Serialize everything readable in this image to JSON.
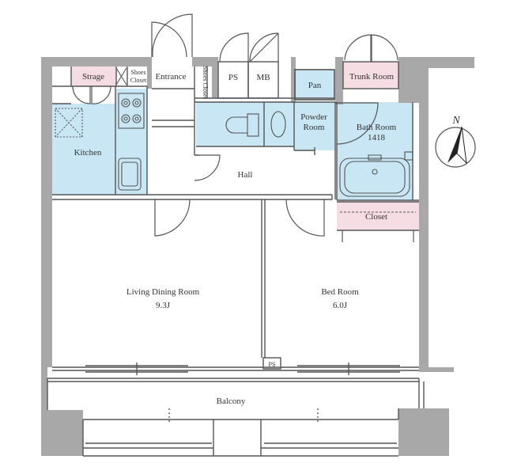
{
  "rooms": {
    "strage": "Strage",
    "shoes_closet_1": "Shoes",
    "shoes_closet_2": "Closet",
    "entrance": "Entrance",
    "shoes_closet_v": "Shoes Closet",
    "ps_top": "PS",
    "mb": "MB",
    "pan": "Pan",
    "trunk_room": "Trunk Room",
    "kitchen": "Kitchen",
    "powder_room_1": "Powder",
    "powder_room_2": "Room",
    "bath_room": "Bath Room",
    "bath_size": "1418",
    "hall": "Hall",
    "closet": "Closet",
    "living_dining": "Living Dining Room",
    "living_size": "9.3J",
    "bed_room": "Bed Room",
    "bed_size": "6.0J",
    "ps_bottom": "PS",
    "balcony": "Balcony"
  },
  "compass": {
    "label": "N"
  },
  "colors": {
    "wall": "#a8a8a8",
    "wet_area": "#c8e6f3",
    "storage": "#f6dde3",
    "line": "#555555"
  }
}
